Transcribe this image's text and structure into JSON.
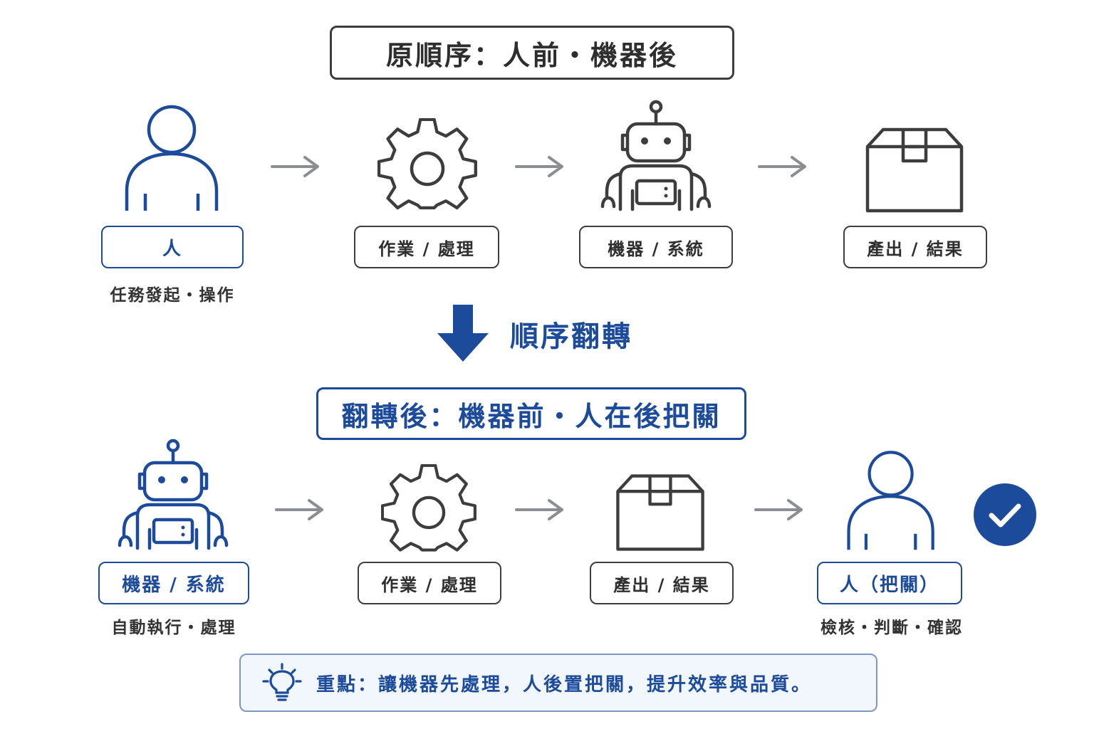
{
  "original_section": {
    "title": "原順序：人前・機器後",
    "steps": [
      {
        "label": "人",
        "caption": "任務發起・操作",
        "icon": "person-icon"
      },
      {
        "label": "作業 / 處理",
        "icon": "gear-icon"
      },
      {
        "label": "機器 / 系統",
        "icon": "robot-icon"
      },
      {
        "label": "產出 / 結果",
        "icon": "box-icon"
      }
    ]
  },
  "flip": {
    "label": "順序翻轉",
    "icon": "arrow-down-icon"
  },
  "flipped_section": {
    "title": "翻轉後：機器前・人在後把關",
    "steps": [
      {
        "label": "機器 / 系統",
        "caption": "自動執行・處理",
        "icon": "robot-icon"
      },
      {
        "label": "作業 / 處理",
        "icon": "gear-icon"
      },
      {
        "label": "產出 / 結果",
        "icon": "box-icon"
      },
      {
        "label": "人（把關）",
        "caption": "檢核・判斷・確認",
        "icon": "person-icon"
      }
    ],
    "badge_icon": "check-circle-icon"
  },
  "note": {
    "text": "重點：讓機器先處理，人後置把關，提升效率與品質。",
    "icon": "lightbulb-icon"
  },
  "colors": {
    "primary": "#1c4b9c",
    "dark": "#3d3d3d",
    "arrow": "#8a8d92",
    "note_bg": "#f2f6fd"
  }
}
